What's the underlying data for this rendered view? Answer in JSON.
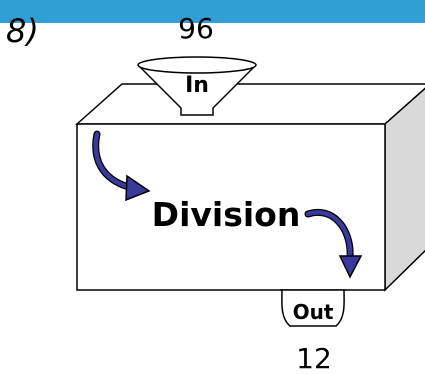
{
  "question_number": "8)",
  "input_value": "96",
  "input_label": "In",
  "operation_label": "Division",
  "output_label": "Out",
  "output_value": "12",
  "colors": {
    "header_bar": "#2f9fd6",
    "arrow_fill": "#3a3a9c",
    "box_side_shade": "#d9d9d9"
  }
}
